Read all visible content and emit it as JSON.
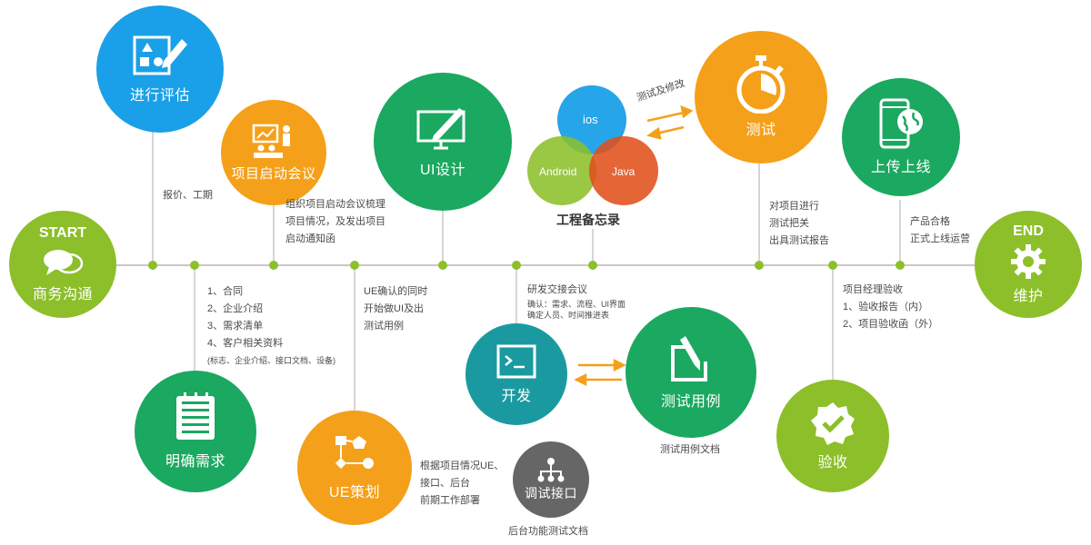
{
  "nodes": {
    "start": {
      "title": "START",
      "label": "商务沟通",
      "color": "#8cbf2a",
      "icon": "chat-icon"
    },
    "evaluate": {
      "label": "进行评估",
      "color": "#1aa0e8",
      "icon": "edit-icon"
    },
    "kickoff": {
      "label": "项目启动会议",
      "color": "#f5a01a",
      "icon": "presentation-icon"
    },
    "ui_design": {
      "label": "UI设计",
      "color": "#1ba860",
      "icon": "monitor-pen-icon"
    },
    "testing": {
      "label": "测试",
      "color": "#f5a01a",
      "icon": "stopwatch-icon"
    },
    "launch": {
      "label": "上传上线",
      "color": "#1ba860",
      "icon": "mobile-globe-icon"
    },
    "end": {
      "title": "END",
      "label": "维护",
      "color": "#8cbf2a",
      "icon": "gear-icon"
    },
    "requirements": {
      "label": "明确需求",
      "color": "#1ba860",
      "icon": "document-icon"
    },
    "ue_plan": {
      "label": "UE策划",
      "color": "#f5a01a",
      "icon": "flowchart-icon"
    },
    "develop": {
      "label": "开发",
      "color": "#1a9aa0",
      "icon": "terminal-icon"
    },
    "test_cases": {
      "label": "测试用例",
      "color": "#1ba860",
      "icon": "pen-box-icon"
    },
    "debug_api": {
      "label": "调试接口",
      "color": "#666666",
      "icon": "network-icon"
    },
    "acceptance": {
      "label": "验收",
      "color": "#8cbf2a",
      "icon": "check-badge-icon"
    }
  },
  "venn": {
    "title": "工程备忘录",
    "ios": {
      "label": "ios",
      "color": "#1aa0e8"
    },
    "android": {
      "label": "Android",
      "color": "#8cbf2a"
    },
    "java": {
      "label": "Java",
      "color": "#e0501a"
    }
  },
  "arrows": {
    "test_fix": "测试及修改",
    "color": "#f5a01a"
  },
  "notes": {
    "quote": [
      "报价、工期"
    ],
    "kickoff": [
      "组织项目启动会议梳理",
      "项目情况，及发出项目",
      "启动通知函"
    ],
    "requirements": [
      "1、合同",
      "2、企业介绍",
      "3、需求清单",
      "4、客户相关资料"
    ],
    "requirements_small": "(标志、企业介绍、接口文档、设备)",
    "ue": [
      "UE确认的同时",
      "开始做UI及出",
      "测试用例"
    ],
    "dev_meeting_title": "研发交接会议",
    "dev_meeting_small": [
      "确认：需求、流程、UI界面",
      "确定人员、时间推进表"
    ],
    "testing": [
      "对项目进行",
      "测试把关",
      "出具测试报告"
    ],
    "launch": [
      "产品合格",
      "正式上线运营"
    ],
    "acceptance": [
      "项目经理验收",
      "1、验收报告（内）",
      "2、项目验收函（外）"
    ],
    "test_cases_doc": "测试用例文档",
    "debug": [
      "根据项目情况UE、",
      "接口、后台",
      "前期工作部署"
    ],
    "debug_doc": "后台功能测试文档"
  },
  "timeline_color": "#8cbf2a"
}
